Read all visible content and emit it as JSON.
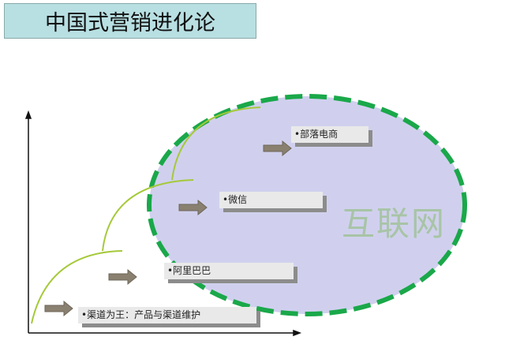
{
  "title": "中国式营销进化论",
  "stages": [
    {
      "label": "•渠道为王：产品与渠道维护"
    },
    {
      "label": "•阿里巴巴"
    },
    {
      "label": "•微信"
    },
    {
      "label": "•部落电商"
    }
  ],
  "ellipse_label": "互联网",
  "colors": {
    "title_bg": "#b8dfe2",
    "ellipse_fill": "#d0d0ee",
    "ellipse_border": "#1aa84a",
    "curve": "#a5c93a",
    "arrow": "#8a8070"
  }
}
